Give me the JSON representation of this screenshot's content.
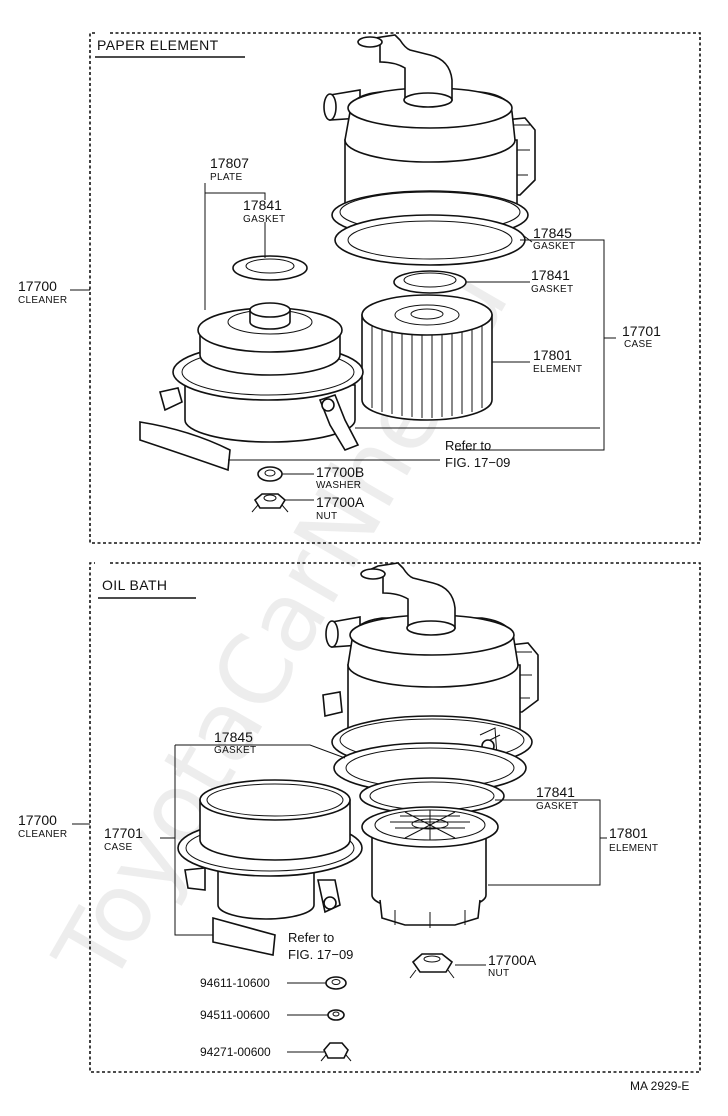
{
  "watermark": "ToyotaCarNhe.ru",
  "figure_code": "MA 2929-E",
  "paper_element": {
    "section_title": "PAPER ELEMENT",
    "cleaner": {
      "num": "17700",
      "name": "CLEANER"
    },
    "plate": {
      "num": "17807",
      "name": "PLATE"
    },
    "gasket_left": {
      "num": "17841",
      "name": "GASKET"
    },
    "gasket_top": {
      "num": "17845",
      "name": "GASKET"
    },
    "gasket_right": {
      "num": "17841",
      "name": "GASKET"
    },
    "case": {
      "num": "17701",
      "name": "CASE"
    },
    "element": {
      "num": "17801",
      "name": "ELEMENT"
    },
    "refer_line1": "Refer to",
    "refer_line2": "FIG. 17−09",
    "washer": {
      "num": "17700B",
      "name": "WASHER"
    },
    "nut": {
      "num": "17700A",
      "name": "NUT"
    }
  },
  "oil_bath": {
    "section_title": "OIL BATH",
    "cleaner": {
      "num": "17700",
      "name": "CLEANER"
    },
    "gasket_left": {
      "num": "17845",
      "name": "GASKET"
    },
    "case": {
      "num": "17701",
      "name": "CASE"
    },
    "gasket_right": {
      "num": "17841",
      "name": "GASKET"
    },
    "element": {
      "num": "17801",
      "name": "ELEMENT"
    },
    "refer_line1": "Refer to",
    "refer_line2": "FIG. 17−09",
    "nut": {
      "num": "17700A",
      "name": "NUT"
    },
    "part_washer": "94611-10600",
    "part_lockwasher": "94511-00600",
    "part_nut": "94271-00600"
  }
}
